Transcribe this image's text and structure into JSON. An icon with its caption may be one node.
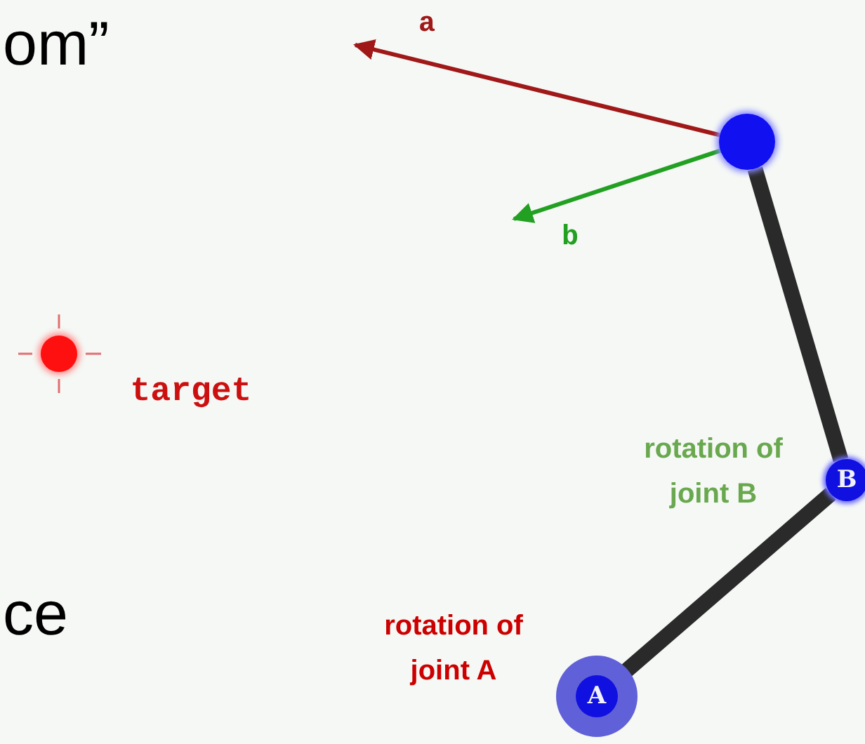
{
  "diagram": {
    "nodes": [
      {
        "text": [],
        "shape": "circle"
      },
      {
        "text": [
          "B"
        ],
        "beside": [
          "rotation of joint B"
        ]
      },
      {
        "text": [
          "A"
        ],
        "beside": [
          "rotation of joint A"
        ]
      },
      {
        "text": [],
        "shape": "circle",
        "beside": [
          "target"
        ]
      }
    ],
    "edges": [
      {
        "from": 2,
        "to": 1,
        "arrow": "none",
        "style": "thick"
      },
      {
        "from": 1,
        "to": 0,
        "arrow": "none",
        "style": "thick"
      },
      {
        "from": 0,
        "to": null,
        "arrow": "to",
        "label": "a",
        "color": "#a01818"
      },
      {
        "from": 0,
        "to": null,
        "arrow": "to",
        "label": "b",
        "color": "#22a022"
      }
    ],
    "labels": [
      "om”",
      "ce"
    ]
  }
}
